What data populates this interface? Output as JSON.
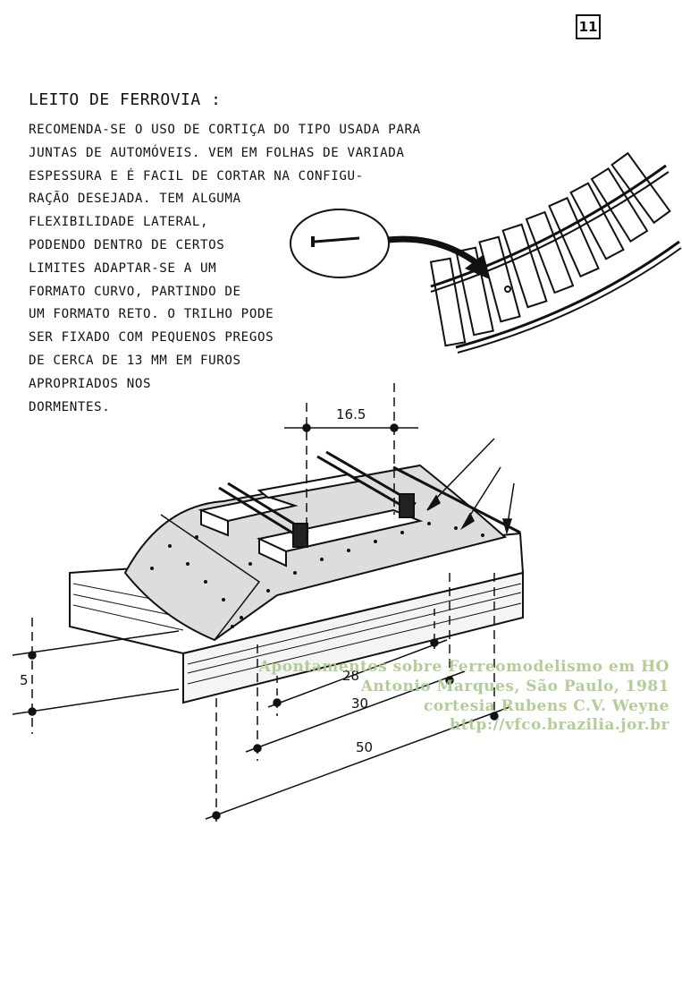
{
  "page_number": "11",
  "title": "LEITO DE FERROVIA :",
  "paragraph_lines": [
    "RECOMENDA-SE O USO DE CORTIÇA DO TIPO USADA PARA",
    "JUNTAS DE AUTOMÓVEIS. VEM EM FOLHAS DE VARIADA",
    "ESPESSURA E É FACIL DE CORTAR NA CONFIGU-",
    "RAÇÃO DESEJADA. TEM ALGUMA",
    "FLEXIBILIDADE LATERAL,",
    "PODENDO DENTRO DE CERTOS",
    "LIMITES ADAPTAR-SE A UM",
    "FORMATO CURVO, PARTINDO DE",
    "UM FORMATO RETO. O TRILHO PODE",
    "SER FIXADO COM PEQUENOS PREGOS",
    "DE CERCA DE 13 MM EM FUROS",
    "APROPRIADOS NOS",
    "DORMENTES."
  ],
  "dimensions": {
    "gauge": "16.5",
    "height": "5",
    "inner": "28",
    "middle": "30",
    "outer": "50"
  },
  "watermark_lines": [
    "Apontamentos sobre Ferreomodelismo em HO",
    "Antonio Marques, São Paulo, 1981",
    "cortesia Rubens C.V. Weyne",
    "http://vfco.brazilia.jor.br"
  ]
}
